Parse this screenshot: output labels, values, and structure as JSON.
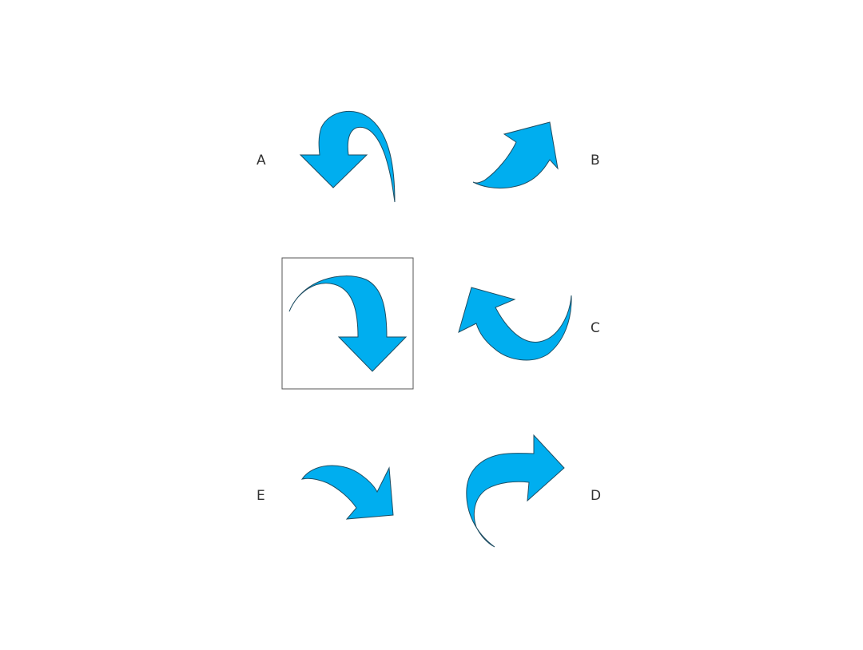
{
  "labels": {
    "a": "A",
    "b": "B",
    "c": "C",
    "d": "D",
    "e": "E"
  },
  "colors": {
    "arrow_fill": "#00AEEF",
    "arrow_stroke": "#1F4E63",
    "frame_stroke": "#555555",
    "label_text": "#333333"
  },
  "figures": [
    {
      "id": "reference",
      "description_icon": "curved-arrow-pointing-down",
      "framed": true
    },
    {
      "id": "A",
      "description_icon": "curved-arrow-pointing-down-left"
    },
    {
      "id": "B",
      "description_icon": "curved-arrow-pointing-up-right"
    },
    {
      "id": "C",
      "description_icon": "curved-arrow-pointing-up-left"
    },
    {
      "id": "D",
      "description_icon": "curved-arrow-pointing-right"
    },
    {
      "id": "E",
      "description_icon": "curved-arrow-pointing-down-right"
    }
  ]
}
